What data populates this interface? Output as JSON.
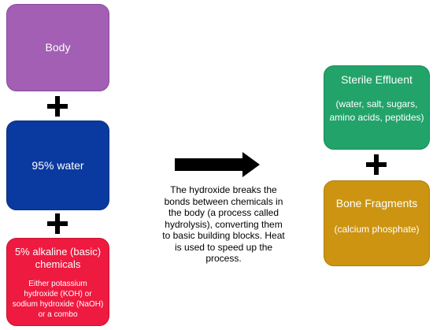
{
  "boxes": {
    "body": {
      "label": "Body",
      "color": "#a35fb4"
    },
    "water": {
      "label": "95% water",
      "color": "#0a3aa0"
    },
    "alkaline": {
      "label": "5% alkaline (basic) chemicals",
      "detail": "Either potassium hydroxide (KOH) or sodium hydroxide (NaOH) or a combo",
      "color": "#ee1a40"
    },
    "effluent": {
      "label": "Sterile Effluent",
      "detail": "(water, salt, sugars, amino acids, peptides)",
      "color": "#22a36a"
    },
    "bone": {
      "label": "Bone Fragments",
      "detail": "(calcium phosphate)",
      "color": "#cc9411"
    }
  },
  "process": {
    "text": "The hydroxide breaks the bonds between chemicals in the body (a process called hydrolysis), converting them to basic building blocks. Heat is used to speed up the process."
  },
  "icons": [
    "plus-icon",
    "right-arrow-icon"
  ]
}
